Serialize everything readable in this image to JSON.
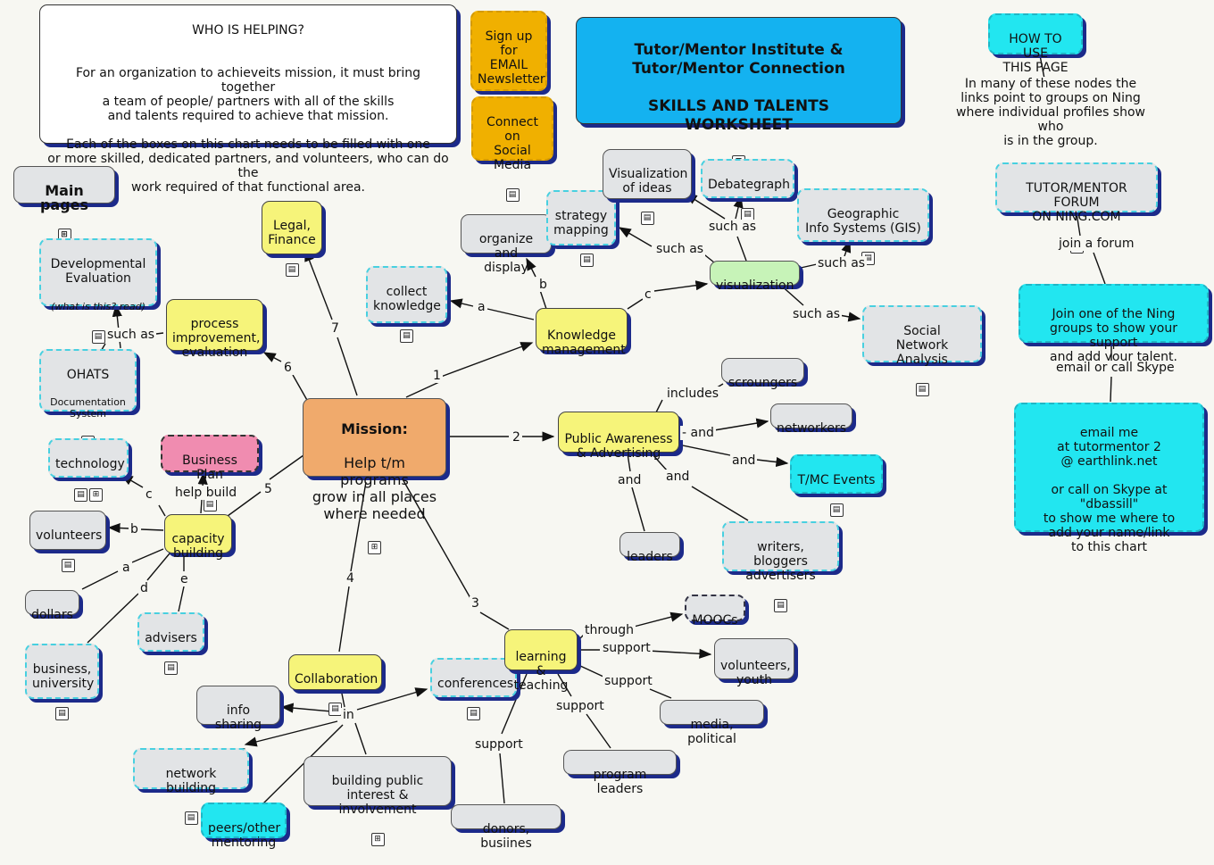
{
  "nodes": {
    "who_helping": {
      "title": "WHO IS HELPING?",
      "text": "For an organization to achieveits mission, it must bring together\na team of people/ partners with all of the skills\nand talents required to achieve that mission.\n\nEach of the boxes on this chart needs to be filled with one\nor more skilled, dedicated partners, and volunteers, who can do the\nwork required of that functional area."
    },
    "sign_up": "Sign up\nfor\nEMAIL\nNewsletter",
    "connect_social": "Connect on\nSocial\nMedia",
    "title": "Tutor/Mentor Institute &\nTutor/Mentor Connection\n\nSKILLS AND TALENTS\nWORKSHEET",
    "how_to_use": "HOW TO USE\nTHIS PAGE",
    "how_to_text": "In many of these nodes the\nlinks point to groups on Ning\nwhere individual profiles show who\nis in the group.",
    "forum": "TUTOR/MENTOR FORUM\nON NING.COM",
    "join_ning": "Join one of the Ning\ngroups to show your support\nand add  your talent.",
    "email_me": "email me\nat tutormentor 2\n@ earthlink.net\n\nor call on Skype at \"dbassill\"\nto show me where to\nadd your name/link\nto this chart",
    "main_pages": "Main pages",
    "dev_eval": "Developmental\nEvaluation",
    "dev_eval_note": "(what is this? read)",
    "ohats": "OHATS",
    "ohats_sub": "Documentation\nSystem",
    "process": "process\nimprovement,\nevaluation",
    "legal": "Legal,\nFinance",
    "collect": "collect\nknowledge",
    "organize": "organize and\ndisplay",
    "strategy": "strategy\nmapping",
    "visualization_ideas": "Visualization\nof ideas",
    "debategraph": "Debategraph",
    "gis": "Geographic\nInfo Systems (GIS)",
    "visualization": "visualization",
    "sna": "Social\nNetwork Analysis",
    "knowledge": "Knowledge\nmanagement",
    "mission_title": "Mission:",
    "mission": "Help t/m programs\ngrow in all places\nwhere needed",
    "public": "Public Awareness\n& Advertising",
    "scroungers": "scroungers",
    "networkers": "networkers",
    "tmc_events": "T/MC Events",
    "leaders": "leaders",
    "writers": "writers, bloggers\nadvertisers",
    "technology": "technology",
    "business_plan": "Business Plan",
    "volunteers": "volunteers",
    "capacity": "capacity\nbuilding",
    "dollars": "dollars",
    "advisers": "advisers",
    "business_univ": "business,\nuniversity",
    "collaboration": "Collaboration",
    "info_sharing": "info sharing",
    "network_building": "network building",
    "building_public": "building public\ninterest & involvement",
    "peers": "peers/other\nmentoring",
    "conferences": "conferences",
    "learning": "learning &\nteaching",
    "moocs": "MOOCs",
    "vol_youth": "volunteers,\nyouth",
    "media_political": "media, political",
    "program_leaders": "program leaders",
    "donors": "donors, busiines"
  },
  "labels": {
    "join_forum": "join a forum",
    "email_skype": "email or call Skype",
    "such_as": "such as",
    "a": "a",
    "b": "b",
    "c": "c",
    "d": "d",
    "e": "e",
    "n1": "1",
    "n2": "2",
    "n3": "3",
    "n4": "4",
    "n5": "5",
    "n6": "6",
    "n7": "7",
    "includes": "includes",
    "and": "and",
    "dash_and": "- and",
    "help_build": "help build",
    "in": "in",
    "through": "through",
    "support": "support"
  },
  "icon": "document-icon",
  "colors": {
    "mission": "#f0aa6c",
    "knowledge": "#f6f47a",
    "cyan": "#22e6f0",
    "title": "#14b2f0",
    "gold": "#f0b000",
    "pink": "#f08cb0",
    "green": "#c7f3b8"
  }
}
